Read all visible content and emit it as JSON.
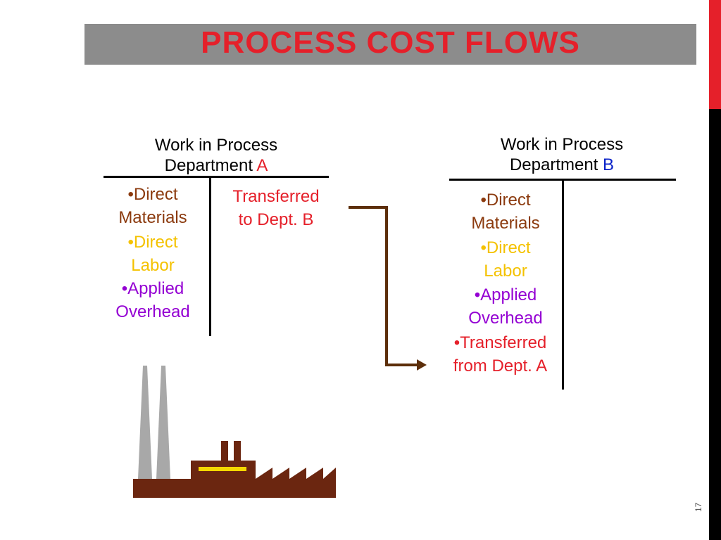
{
  "slide": {
    "title": "PROCESS COST FLOWS",
    "page_number": "17"
  },
  "account_a": {
    "heading_line1": "Work in Process",
    "heading_line2": "Department",
    "dept_letter": "A",
    "debits": [
      {
        "line1": "•Direct",
        "line2": "Materials"
      },
      {
        "line1": "•Direct",
        "line2": "Labor"
      },
      {
        "line1": "•Applied",
        "line2": "Overhead"
      }
    ],
    "credit": {
      "line1": "Transferred",
      "line2": "to Dept. B"
    }
  },
  "account_b": {
    "heading_line1": "Work in Process",
    "heading_line2": "Department",
    "dept_letter": "B",
    "debits": [
      {
        "line1": "•Direct",
        "line2": "Materials"
      },
      {
        "line1": "•Direct",
        "line2": "Labor"
      },
      {
        "line1": "•Applied",
        "line2": "Overhead"
      },
      {
        "line1": "•Transferred",
        "line2": "from Dept. A"
      }
    ]
  },
  "colors": {
    "title": "#e5202a",
    "title_bar": "#8c8c8c",
    "materials": "#8b3a0e",
    "labor": "#f4c200",
    "overhead": "#9400d3",
    "transfer": "#e5202a",
    "dept_b_letter": "#0a22c8",
    "factory": "#6b2610",
    "smokestack": "#a8a8a8",
    "arrow": "#5c2e0a"
  },
  "icons": {
    "factory": "factory-icon",
    "arrow": "flow-arrow-icon"
  }
}
